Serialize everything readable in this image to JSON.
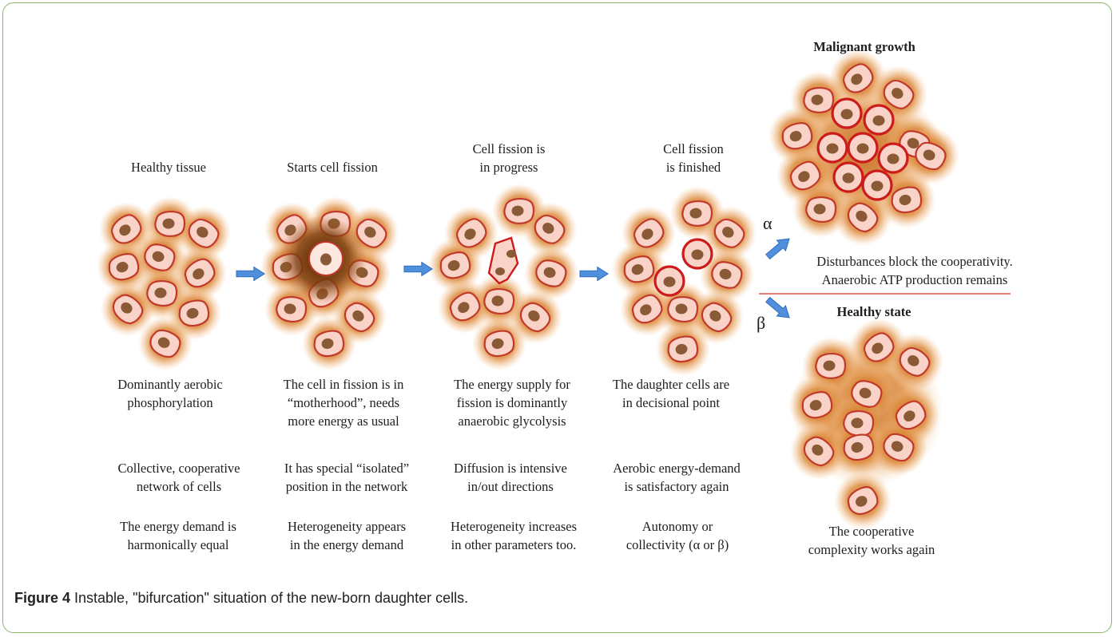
{
  "stages": [
    {
      "title": "Healthy tissue",
      "desc": "Dominantly aerobic\nphosphorylation",
      "network": "Collective, cooperative\nnetwork of cells",
      "demand": "The energy demand is\nharmonically equal"
    },
    {
      "title": "Starts cell fission",
      "desc": "The cell in fission is in\n“motherhood”, needs\nmore energy as usual",
      "network": "It has special “isolated”\nposition in the network",
      "demand": "Heterogeneity appears\nin the energy demand"
    },
    {
      "title": "Cell fission is\nin progress",
      "desc": "The energy supply for\nfission is dominantly\nanaerobic glycolysis",
      "network": "Diffusion is intensive\nin/out directions",
      "demand": "Heterogeneity increases\nin other parameters too."
    },
    {
      "title": "Cell fission\nis finished",
      "desc": "The daughter cells are\nin decisional point",
      "network": "Aerobic energy-demand\nis satisfactory again",
      "demand": "Autonomy or\ncollectivity (α or β)"
    }
  ],
  "outcomes": {
    "malignant_title": "Malignant growth",
    "healthy_title": "Healthy state",
    "alpha": "α",
    "beta": "β",
    "disturbance_text": "Disturbances block the cooperativity.\nAnaerobic ATP production remains",
    "healthy_text": "The cooperative\ncomplexity works  again"
  },
  "caption": {
    "label": "Figure 4",
    "text": " Instable, \"bifurcation\" situation of the new-born daughter cells."
  },
  "colors": {
    "frame": "#8ab86a",
    "arrow": "#4f8fdb",
    "cell_border": "#c0392b",
    "cell_fill": "#f7cfc4",
    "nucleus": "#8a5a36",
    "halo": "#d9843c",
    "divider": "#d9534f"
  }
}
